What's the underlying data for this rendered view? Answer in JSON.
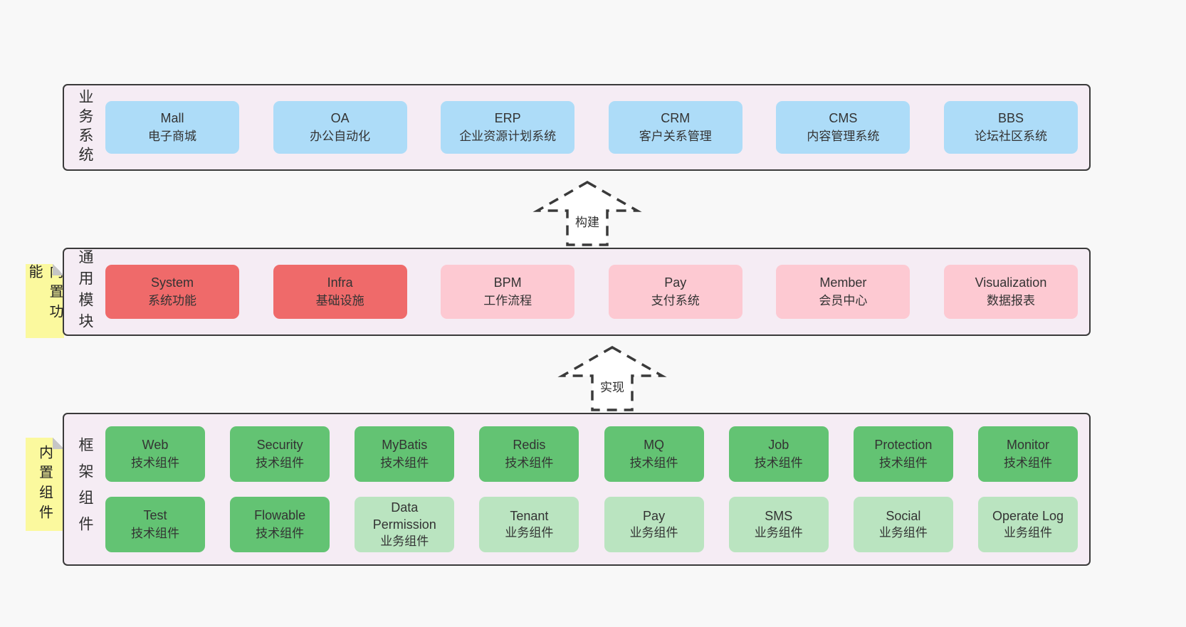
{
  "colors": {
    "bg": "#f8f8f8",
    "layerBg": "#f5ecf4",
    "border": "#3a3a3a",
    "blue": "#addcf8",
    "red": "#ef6a6a",
    "pink": "#fdc9d2",
    "green": "#63c373",
    "lightGreen": "#bae4c0",
    "sticky": "#fbf99e",
    "fold": "#c6c6c6",
    "text": "#333333"
  },
  "arrows": [
    {
      "label": "构建"
    },
    {
      "label": "实现"
    }
  ],
  "layers": [
    {
      "label": "业务系统",
      "boxes": [
        {
          "title": "Mall",
          "subtitle": "电子商城"
        },
        {
          "title": "OA",
          "subtitle": "办公自动化"
        },
        {
          "title": "ERP",
          "subtitle": "企业资源计划系统"
        },
        {
          "title": "CRM",
          "subtitle": "客户关系管理"
        },
        {
          "title": "CMS",
          "subtitle": "内容管理系统"
        },
        {
          "title": "BBS",
          "subtitle": "论坛社区系统"
        }
      ]
    },
    {
      "label": "通用模块",
      "sticky": "内置功能",
      "boxes": [
        {
          "title": "System",
          "subtitle": "系统功能"
        },
        {
          "title": "Infra",
          "subtitle": "基础设施"
        },
        {
          "title": "BPM",
          "subtitle": "工作流程"
        },
        {
          "title": "Pay",
          "subtitle": "支付系统"
        },
        {
          "title": "Member",
          "subtitle": "会员中心"
        },
        {
          "title": "Visualization",
          "subtitle": "数据报表"
        }
      ]
    },
    {
      "label": "框架组件",
      "sticky": "内置组件",
      "boxes": [
        {
          "title": "Web",
          "subtitle": "技术组件"
        },
        {
          "title": "Security",
          "subtitle": "技术组件"
        },
        {
          "title": "MyBatis",
          "subtitle": "技术组件"
        },
        {
          "title": "Redis",
          "subtitle": "技术组件"
        },
        {
          "title": "MQ",
          "subtitle": "技术组件"
        },
        {
          "title": "Job",
          "subtitle": "技术组件"
        },
        {
          "title": "Protection",
          "subtitle": "技术组件"
        },
        {
          "title": "Monitor",
          "subtitle": "技术组件"
        },
        {
          "title": "Test",
          "subtitle": "技术组件"
        },
        {
          "title": "Flowable",
          "subtitle": "技术组件"
        },
        {
          "title": "Data Permission",
          "subtitle": "业务组件"
        },
        {
          "title": "Tenant",
          "subtitle": "业务组件"
        },
        {
          "title": "Pay",
          "subtitle": "业务组件"
        },
        {
          "title": "SMS",
          "subtitle": "业务组件"
        },
        {
          "title": "Social",
          "subtitle": "业务组件"
        },
        {
          "title": "Operate Log",
          "subtitle": "业务组件"
        }
      ]
    }
  ]
}
